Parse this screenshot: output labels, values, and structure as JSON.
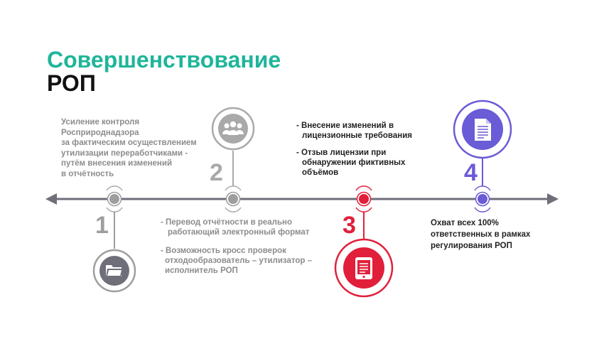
{
  "title": {
    "line1": "Совершенствование",
    "line2": "РОП"
  },
  "colors": {
    "teal": "#1fb59a",
    "gray": "#9e9e9e",
    "dark_gray": "#6f6f7a",
    "red": "#e11f3a",
    "purple": "#6a5bd6"
  },
  "steps": [
    {
      "number": "1",
      "icon": "folder-icon",
      "lines": [
        "Усиление контроля",
        "Росприроднадзора",
        "за фактическим осуществлением",
        "утилизации переработчиками -",
        "путём внесения изменений",
        "в отчётность"
      ]
    },
    {
      "number": "2",
      "icon": "people-icon",
      "bullets": [
        {
          "lines": [
            "- Перевод отчётности в реально",
            "работающий электронный формат"
          ]
        },
        {
          "lines": [
            "- Возможность кросс проверок",
            "отходообразователь – утилизатор –",
            "исполнитель РОП"
          ]
        }
      ]
    },
    {
      "number": "3",
      "icon": "tablet-icon",
      "bullets": [
        {
          "lines": [
            "- Внесение изменений в",
            "лицензионные требования"
          ]
        },
        {
          "lines": [
            "- Отзыв лицензии при",
            "обнаружении фиктивных",
            "объёмов"
          ]
        }
      ]
    },
    {
      "number": "4",
      "icon": "document-icon",
      "lines": [
        "Охват всех 100%",
        "ответственных в рамках",
        "регулирования РОП"
      ]
    }
  ]
}
